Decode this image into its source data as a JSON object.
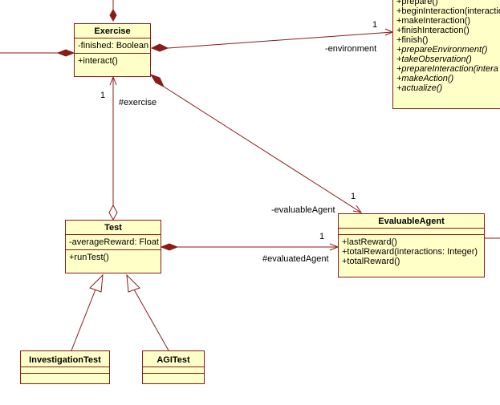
{
  "colors": {
    "line": "#8b1a1a",
    "class_fill": "#ffffc8",
    "class_border": "#8b1a1a"
  },
  "classes": {
    "environment": {
      "operations": [
        {
          "text": "+prepare()",
          "italic": false
        },
        {
          "text": "+beginInteraction(interactio",
          "italic": false
        },
        {
          "text": "+makeInteraction()",
          "italic": false
        },
        {
          "text": "+finishInteraction()",
          "italic": false
        },
        {
          "text": "+finish()",
          "italic": false
        },
        {
          "text": "+prepareEnvironment()",
          "italic": true
        },
        {
          "text": "+takeObservation()",
          "italic": true
        },
        {
          "text": "+prepareInteraction(intera",
          "italic": true
        },
        {
          "text": "+makeAction()",
          "italic": true
        },
        {
          "text": "+actualize()",
          "italic": true
        }
      ]
    },
    "exercise": {
      "name": "Exercise",
      "attributes": [
        "-finished: Boolean"
      ],
      "operations": [
        "+interact()"
      ]
    },
    "test": {
      "name": "Test",
      "attributes": [
        "-averageReward: Float"
      ],
      "operations": [
        "+runTest()"
      ]
    },
    "evaluable_agent": {
      "name": "EvaluableAgent",
      "operations": [
        "+lastReward()",
        "+totalReward(interactions: Integer)",
        "+totalReward()"
      ]
    },
    "investigation_test": {
      "name": "InvestigationTest"
    },
    "agi_test": {
      "name": "AGITest"
    }
  },
  "labels": {
    "env_multiplicity": "1",
    "env_role": "-environment",
    "exercise_multiplicity": "1",
    "exercise_role": "#exercise",
    "evaluable_multiplicity": "1",
    "evaluable_role": "-evaluableAgent",
    "evaluated_multiplicity": "1",
    "evaluated_role": "#evaluatedAgent"
  }
}
